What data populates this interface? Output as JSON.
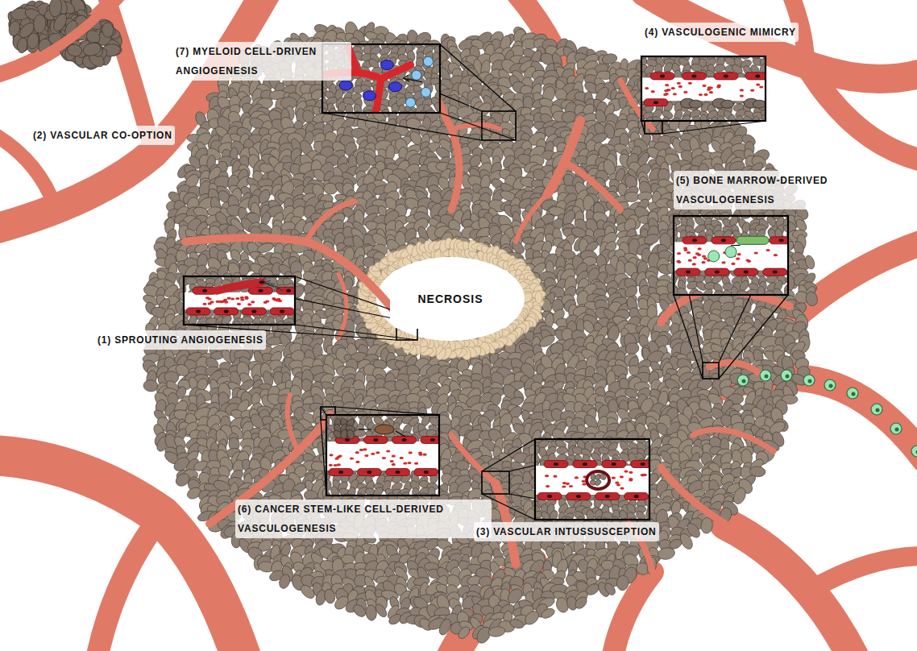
{
  "diagram": {
    "nodes": [
      {
        "text": [
          "NECROSIS"
        ]
      }
    ],
    "labels": [
      "(7) MYELOID CELL-DRIVEN ANGIOGENESIS",
      "(4) VASCULOGENIC MIMICRY",
      "(2) VASCULAR CO-OPTION",
      "(5) BONE MARROW-DERIVED VASCULOGENESIS",
      "(1) SPROUTING ANGIOGENESIS",
      "(6) CANCER STEM-LIKE CELL-DERIVED VASCULOGENESIS",
      "(3) VASCULAR INTUSSUSCEPTION"
    ]
  }
}
